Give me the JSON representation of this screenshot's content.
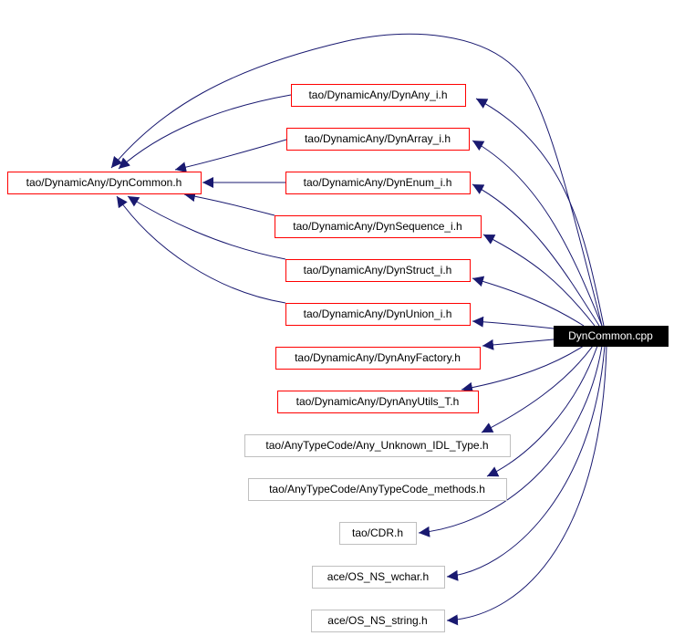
{
  "diagram": {
    "root": {
      "id": "dyncommon_cpp",
      "label": "DynCommon.cpp"
    },
    "nodes": [
      {
        "id": "dyncommon_h",
        "label": "tao/DynamicAny/DynCommon.h",
        "style": "red"
      },
      {
        "id": "dynany_i_h",
        "label": "tao/DynamicAny/DynAny_i.h",
        "style": "red"
      },
      {
        "id": "dynarray_i_h",
        "label": "tao/DynamicAny/DynArray_i.h",
        "style": "red"
      },
      {
        "id": "dynenum_i_h",
        "label": "tao/DynamicAny/DynEnum_i.h",
        "style": "red"
      },
      {
        "id": "dynsequence_i_h",
        "label": "tao/DynamicAny/DynSequence_i.h",
        "style": "red"
      },
      {
        "id": "dynstruct_i_h",
        "label": "tao/DynamicAny/DynStruct_i.h",
        "style": "red"
      },
      {
        "id": "dynunion_i_h",
        "label": "tao/DynamicAny/DynUnion_i.h",
        "style": "red"
      },
      {
        "id": "dynanyfactory_h",
        "label": "tao/DynamicAny/DynAnyFactory.h",
        "style": "red"
      },
      {
        "id": "dynanyutils_t_h",
        "label": "tao/DynamicAny/DynAnyUtils_T.h",
        "style": "red"
      },
      {
        "id": "any_unknown_h",
        "label": "tao/AnyTypeCode/Any_Unknown_IDL_Type.h",
        "style": "gray"
      },
      {
        "id": "anytypecode_methods_h",
        "label": "tao/AnyTypeCode/AnyTypeCode_methods.h",
        "style": "gray"
      },
      {
        "id": "cdr_h",
        "label": "tao/CDR.h",
        "style": "gray"
      },
      {
        "id": "os_ns_wchar_h",
        "label": "ace/OS_NS_wchar.h",
        "style": "gray"
      },
      {
        "id": "os_ns_string_h",
        "label": "ace/OS_NS_string.h",
        "style": "gray"
      }
    ],
    "edges": [
      {
        "from": "dyncommon_cpp",
        "to": "dyncommon_h"
      },
      {
        "from": "dyncommon_cpp",
        "to": "dynany_i_h"
      },
      {
        "from": "dyncommon_cpp",
        "to": "dynarray_i_h"
      },
      {
        "from": "dyncommon_cpp",
        "to": "dynenum_i_h"
      },
      {
        "from": "dyncommon_cpp",
        "to": "dynsequence_i_h"
      },
      {
        "from": "dyncommon_cpp",
        "to": "dynstruct_i_h"
      },
      {
        "from": "dyncommon_cpp",
        "to": "dynunion_i_h"
      },
      {
        "from": "dyncommon_cpp",
        "to": "dynanyfactory_h"
      },
      {
        "from": "dyncommon_cpp",
        "to": "dynanyutils_t_h"
      },
      {
        "from": "dyncommon_cpp",
        "to": "any_unknown_h"
      },
      {
        "from": "dyncommon_cpp",
        "to": "anytypecode_methods_h"
      },
      {
        "from": "dyncommon_cpp",
        "to": "cdr_h"
      },
      {
        "from": "dyncommon_cpp",
        "to": "os_ns_wchar_h"
      },
      {
        "from": "dyncommon_cpp",
        "to": "os_ns_string_h"
      },
      {
        "from": "dynany_i_h",
        "to": "dyncommon_h"
      },
      {
        "from": "dynarray_i_h",
        "to": "dyncommon_h"
      },
      {
        "from": "dynenum_i_h",
        "to": "dyncommon_h"
      },
      {
        "from": "dynsequence_i_h",
        "to": "dyncommon_h"
      },
      {
        "from": "dynstruct_i_h",
        "to": "dyncommon_h"
      },
      {
        "from": "dynunion_i_h",
        "to": "dyncommon_h"
      }
    ]
  },
  "colors": {
    "edge": "#191970",
    "red_border": "#ff0000",
    "gray_border": "#bfbfbf",
    "root_fill": "#000000",
    "root_text": "#ffffff",
    "text": "#000000"
  }
}
